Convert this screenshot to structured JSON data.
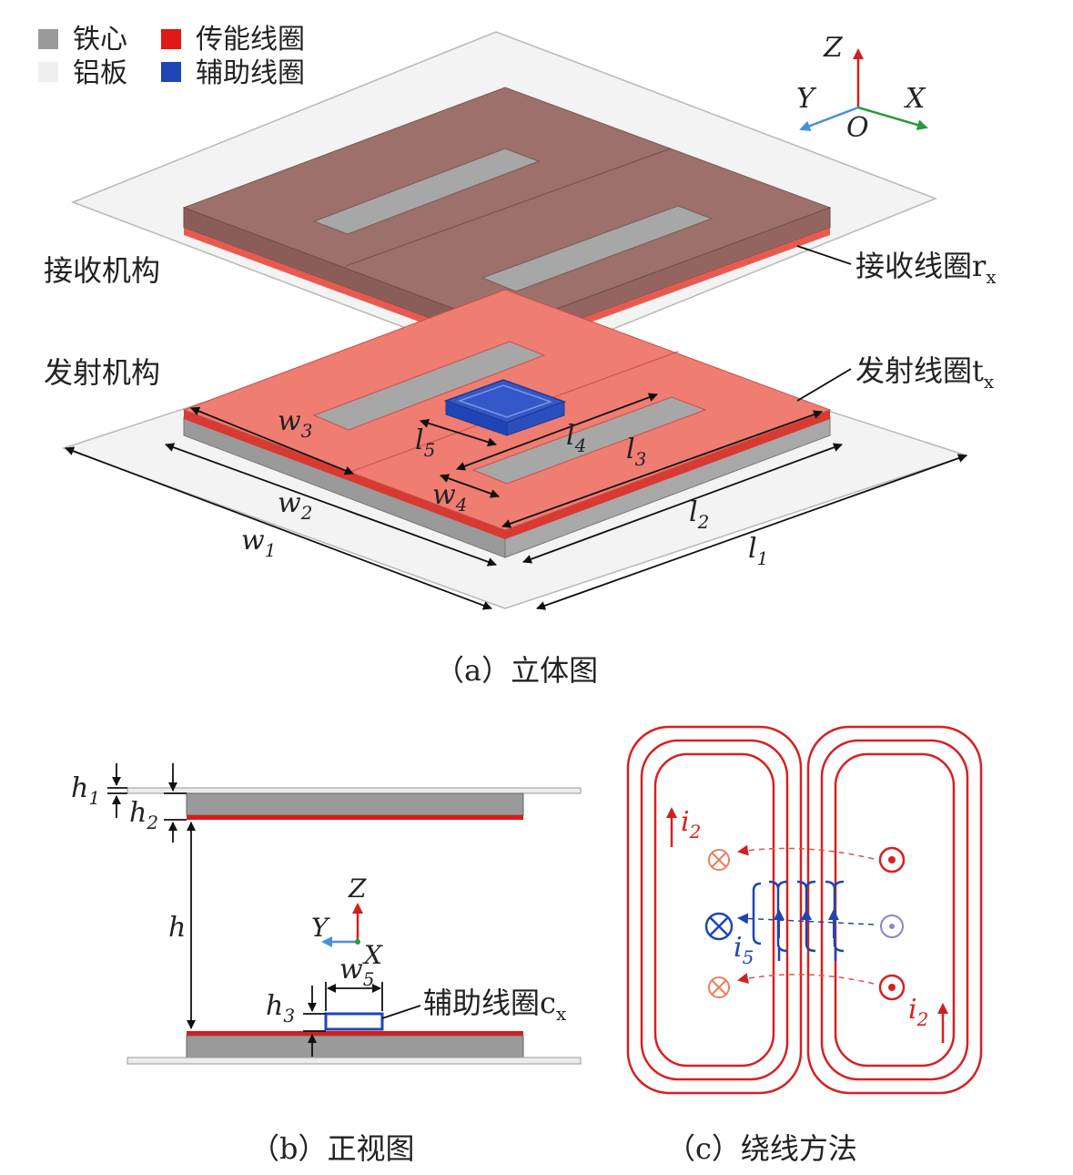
{
  "legend": {
    "iron_core": "铁心",
    "power_coil": "传能线圈",
    "aluminum_plate": "铝板",
    "aux_coil": "辅助线圈"
  },
  "colors": {
    "iron_core": "#9a9a9a",
    "power_coil": "#e01818",
    "aluminum_plate": "#efefef",
    "aux_coil": "#1f45b5",
    "pad_red": "#ef7d72",
    "pad_brown": "#9e706b",
    "axis_z": "#d02020",
    "axis_y": "#4a90d9",
    "axis_x": "#2a9a3a"
  },
  "panel_a": {
    "caption": "（a）立体图",
    "receiver_label": "接收机构",
    "transmitter_label": "发射机构",
    "rx_coil_label": "接收线圈",
    "rx_coil_sub": "x",
    "rx_coil_prefix": "r",
    "tx_coil_label": "发射线圈",
    "tx_coil_prefix": "t",
    "tx_coil_sub": "x",
    "axes": {
      "z": "Z",
      "y": "Y",
      "x": "X",
      "o": "O"
    },
    "dims": {
      "w1": {
        "base": "w",
        "sub": "1"
      },
      "w2": {
        "base": "w",
        "sub": "2"
      },
      "w3": {
        "base": "w",
        "sub": "3"
      },
      "w4": {
        "base": "w",
        "sub": "4"
      },
      "l1": {
        "base": "l",
        "sub": "1"
      },
      "l2": {
        "base": "l",
        "sub": "2"
      },
      "l3": {
        "base": "l",
        "sub": "3"
      },
      "l4": {
        "base": "l",
        "sub": "4"
      },
      "l5": {
        "base": "l",
        "sub": "5"
      }
    }
  },
  "panel_b": {
    "caption": "（b）正视图",
    "aux_label": "辅助线圈",
    "aux_prefix": "c",
    "aux_sub": "x",
    "axes": {
      "z": "Z",
      "y": "Y",
      "x": "X"
    },
    "dims": {
      "h1": {
        "base": "h",
        "sub": "1"
      },
      "h2": {
        "base": "h",
        "sub": "2"
      },
      "h": {
        "base": "h"
      },
      "h3": {
        "base": "h",
        "sub": "3"
      },
      "w5": {
        "base": "w",
        "sub": "5"
      }
    }
  },
  "panel_c": {
    "caption": "（c）绕线方法",
    "currents": {
      "i2_left": {
        "base": "i",
        "sub": "2"
      },
      "i2_right": {
        "base": "i",
        "sub": "2"
      },
      "i5": {
        "base": "i",
        "sub": "5"
      }
    }
  }
}
